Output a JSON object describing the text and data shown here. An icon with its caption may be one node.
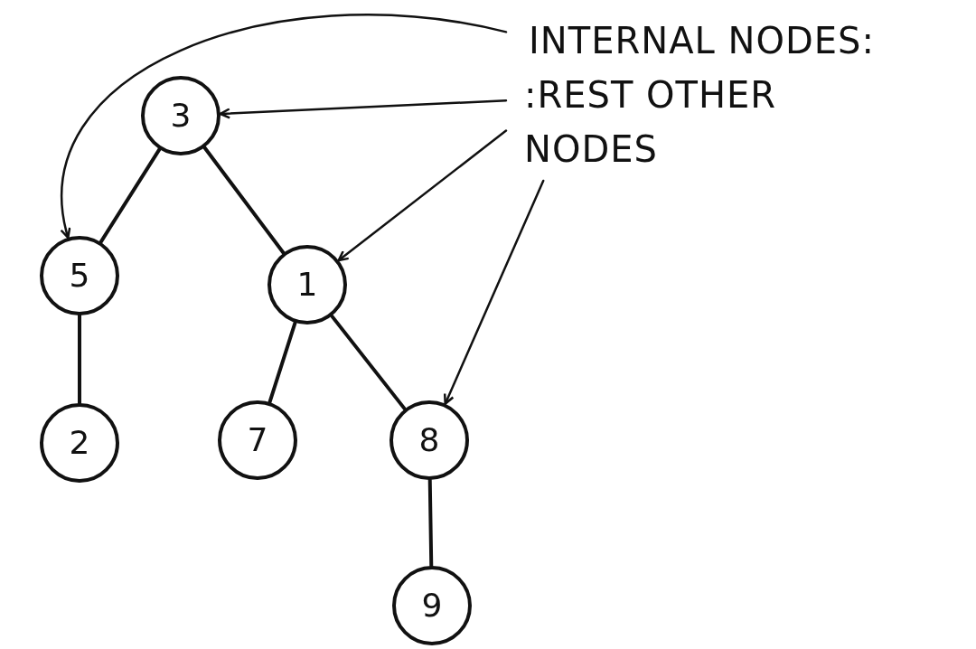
{
  "diagram": {
    "nodes": [
      {
        "text": [
          "INTERNAL NODES:",
          ":REST OTHER NODES"
        ]
      },
      {
        "text": [
          "3"
        ]
      },
      {
        "text": [
          "5"
        ]
      },
      {
        "text": [
          "1"
        ]
      },
      {
        "text": [
          "2"
        ]
      },
      {
        "text": [
          "7"
        ]
      },
      {
        "text": [
          "8"
        ]
      },
      {
        "text": [
          "9"
        ]
      }
    ],
    "edges": [
      {
        "from": 1,
        "to": 2,
        "arrow": "none"
      },
      {
        "from": 1,
        "to": 3,
        "arrow": "none"
      },
      {
        "from": 2,
        "to": 4,
        "arrow": "none"
      },
      {
        "from": 3,
        "to": 5,
        "arrow": "none"
      },
      {
        "from": 3,
        "to": 6,
        "arrow": "none"
      },
      {
        "from": 6,
        "to": 7,
        "arrow": "none"
      },
      {
        "from": 0,
        "to": 2,
        "arrow": "to"
      },
      {
        "from": 0,
        "to": 1,
        "arrow": "to"
      },
      {
        "from": 0,
        "to": 3,
        "arrow": "to"
      },
      {
        "from": 0,
        "to": 6,
        "arrow": "to"
      }
    ]
  }
}
